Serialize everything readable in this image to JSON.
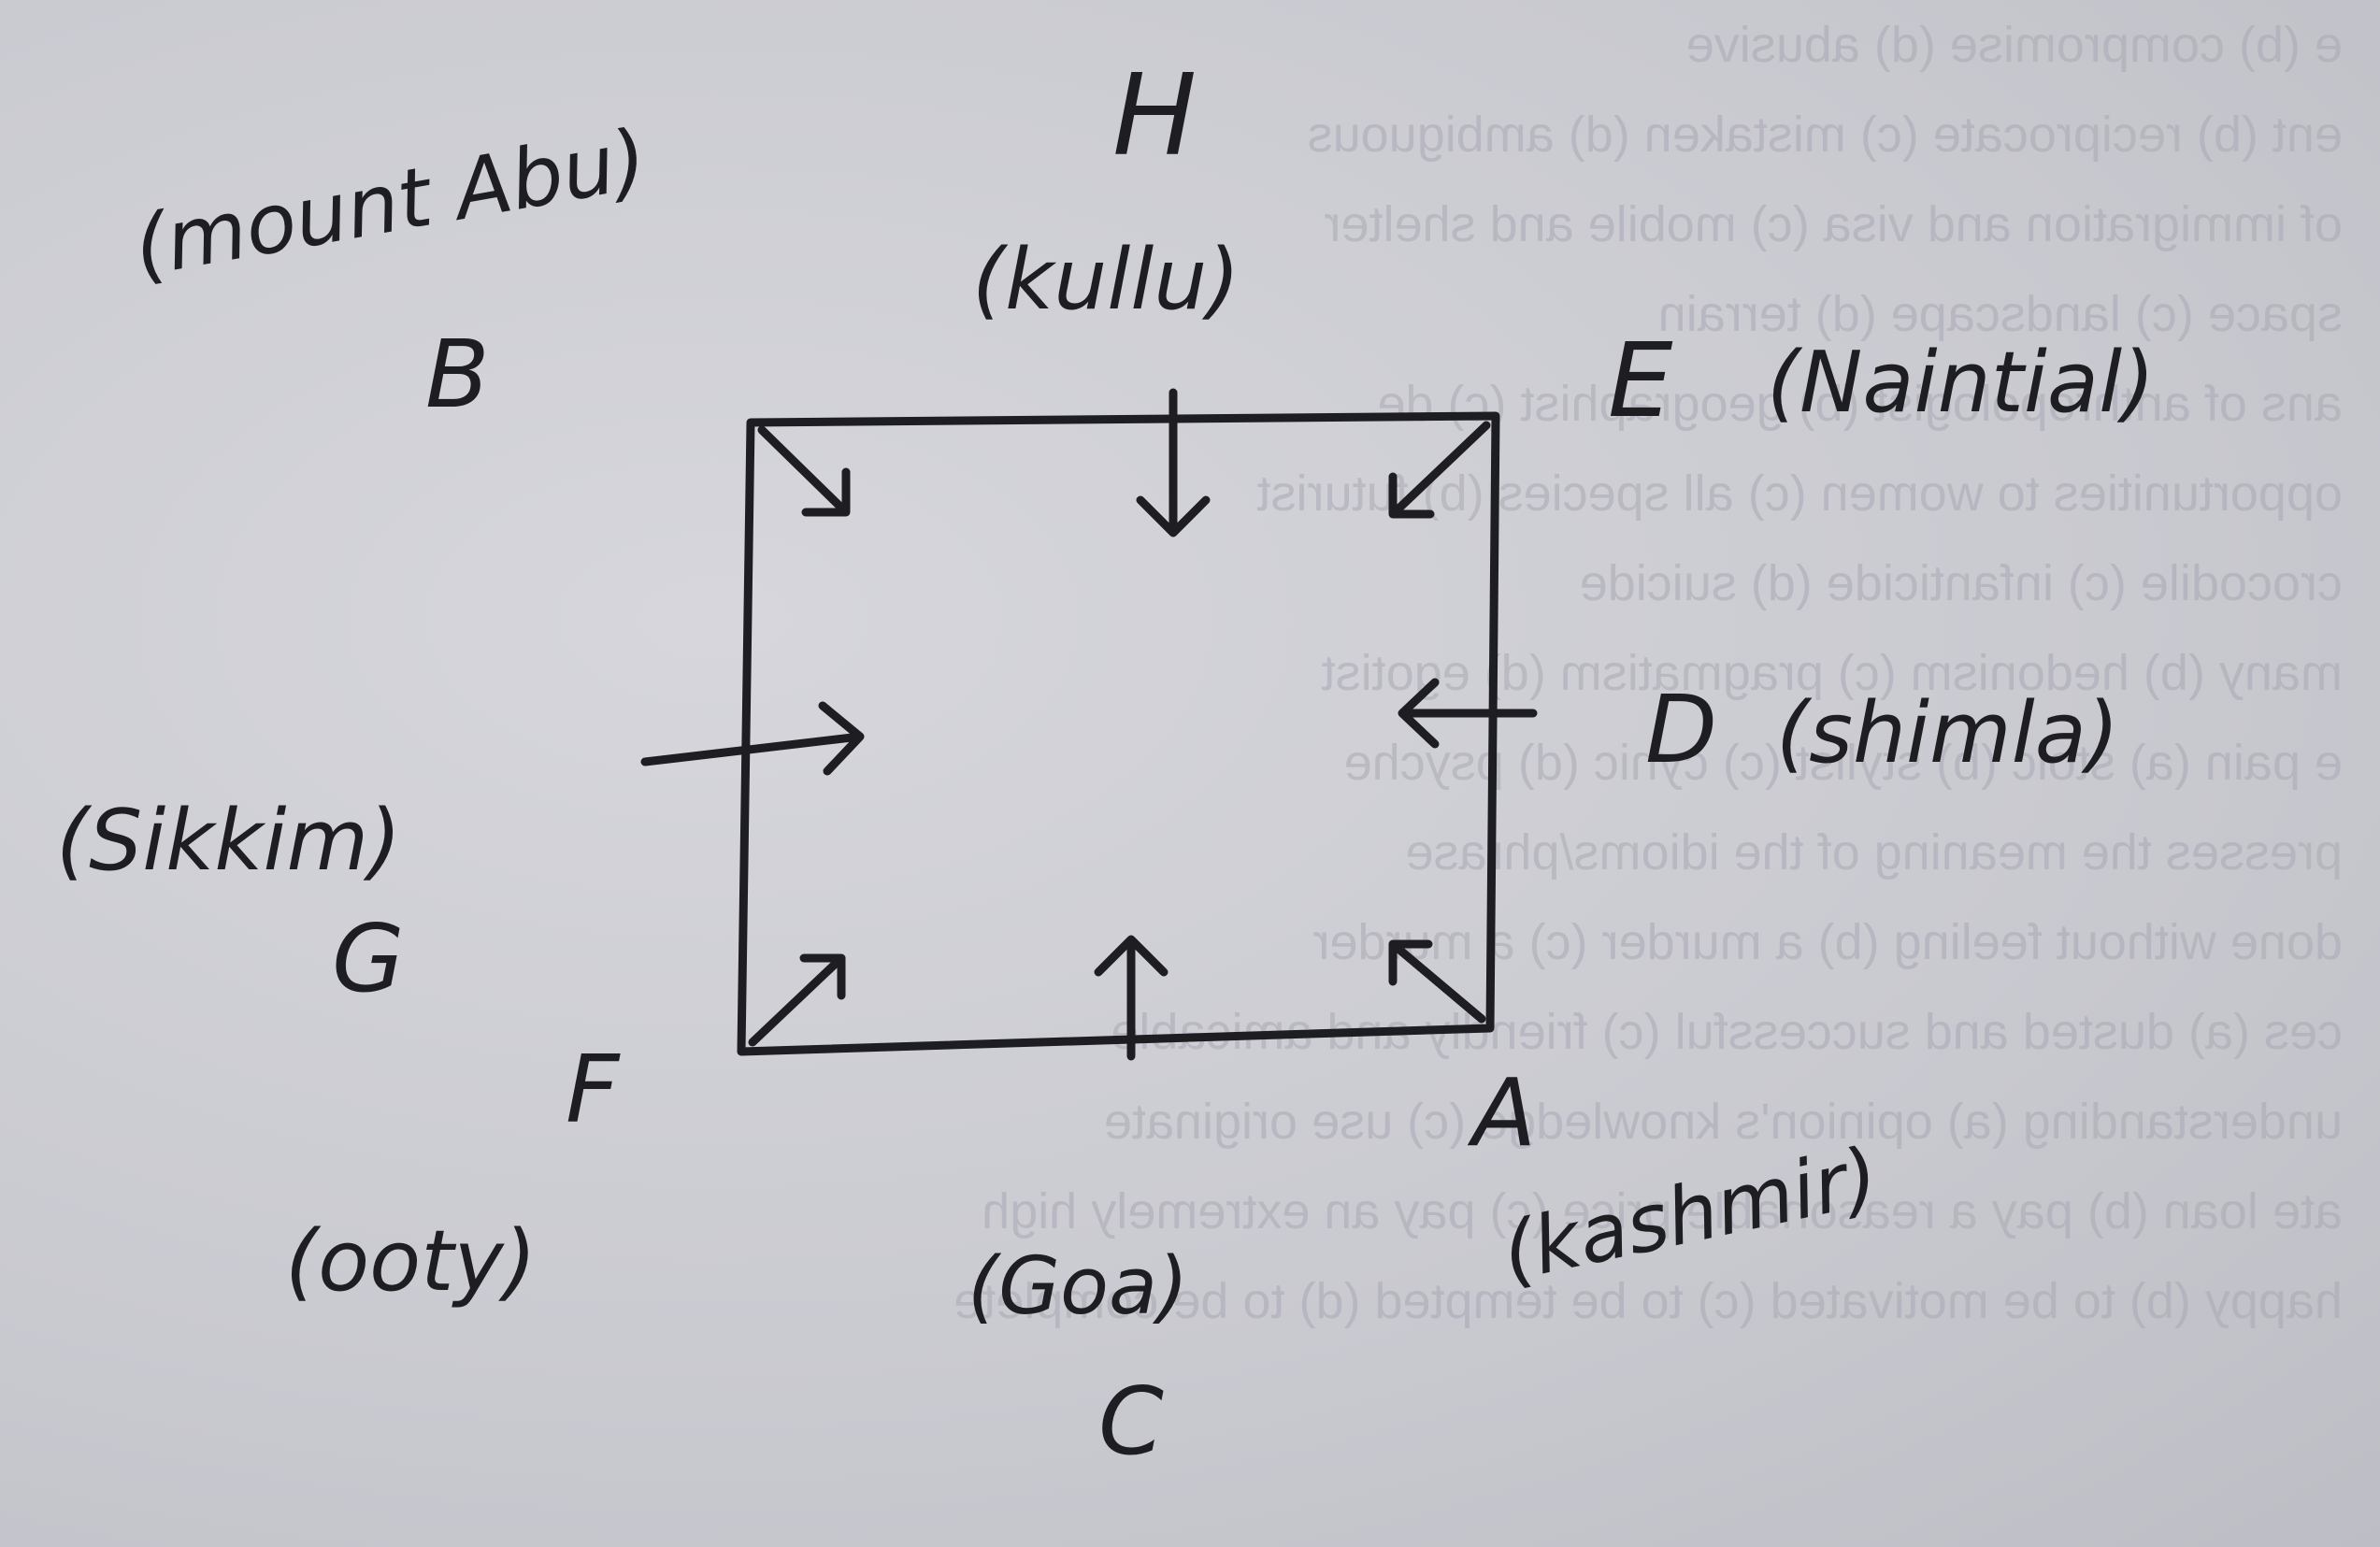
{
  "diagram": {
    "title": "",
    "people": [
      {
        "letter": "H",
        "place": "(kullu)"
      },
      {
        "letter": "E",
        "place": "(Naintial)"
      },
      {
        "letter": "D",
        "place": "(shimla)"
      },
      {
        "letter": "A",
        "place": "(kashmir)"
      },
      {
        "letter": "C",
        "place": "(Goa)"
      },
      {
        "letter": "F",
        "place": "(ooty)"
      },
      {
        "letter": "G",
        "place": "(Sikkim)"
      },
      {
        "letter": "B",
        "place": "(mount Abu)"
      }
    ],
    "facing": "center",
    "stroke_color": "#1e1e22"
  }
}
